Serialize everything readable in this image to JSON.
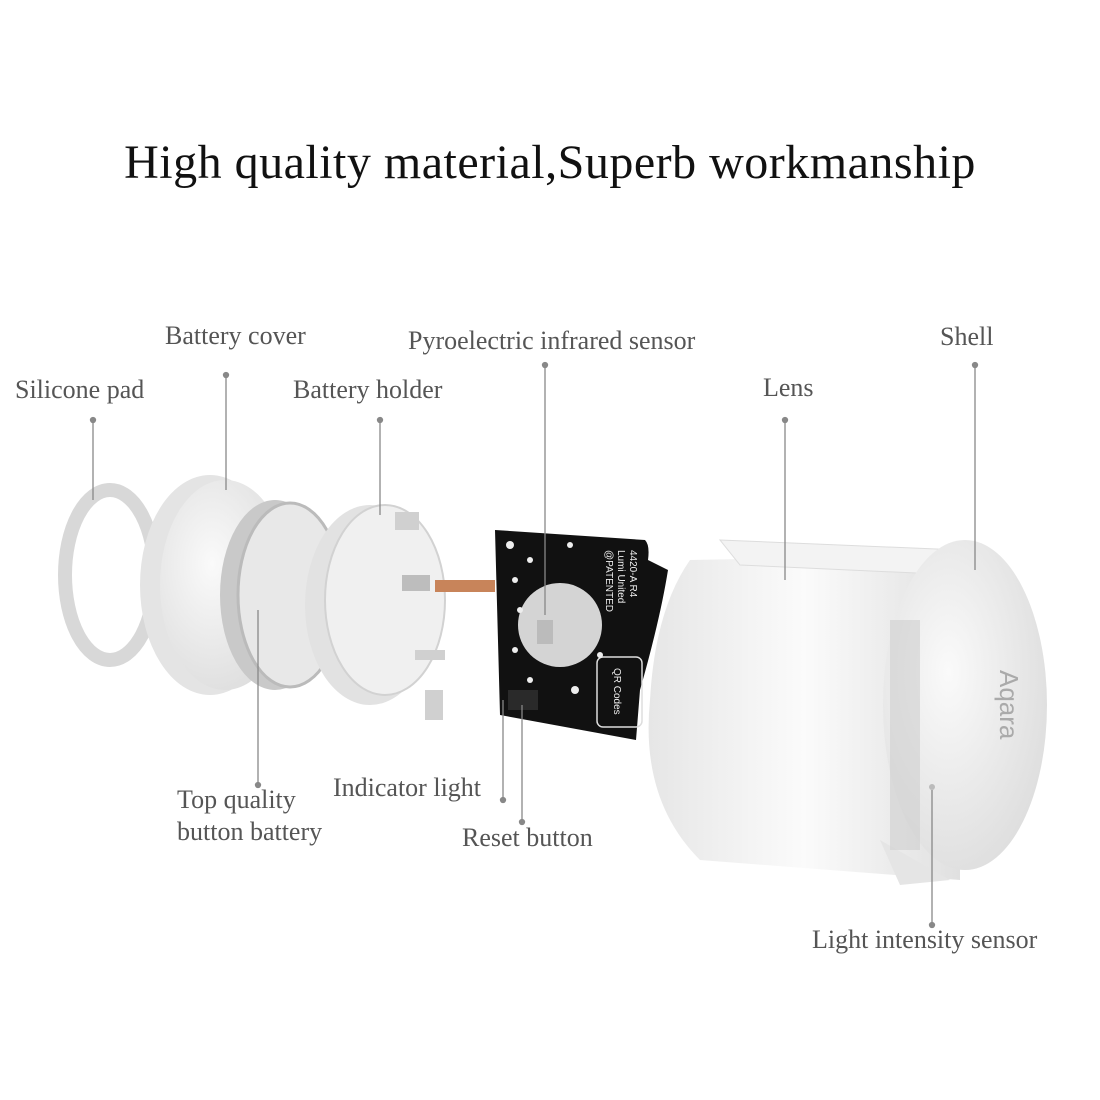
{
  "title": "High quality material,Superb workmanship",
  "labels": {
    "silicone_pad": "Silicone pad",
    "battery_cover": "Battery cover",
    "battery_holder": "Battery holder",
    "pir_sensor": "Pyroelectric infrared sensor",
    "shell": "Shell",
    "lens": "Lens",
    "battery_line1": "Top quality",
    "battery_line2": "button battery",
    "indicator_light": "Indicator light",
    "reset_button": "Reset button",
    "light_sensor": "Light intensity sensor"
  },
  "pcb_text": [
    "4420-A R4",
    "Lumi United",
    "@PATENTED",
    "QR Codes"
  ],
  "logo": "Aqara",
  "colors": {
    "pcb": "#111111",
    "plastic": "#eeeeee",
    "leader": "#888888",
    "copper": "#c8845a"
  }
}
